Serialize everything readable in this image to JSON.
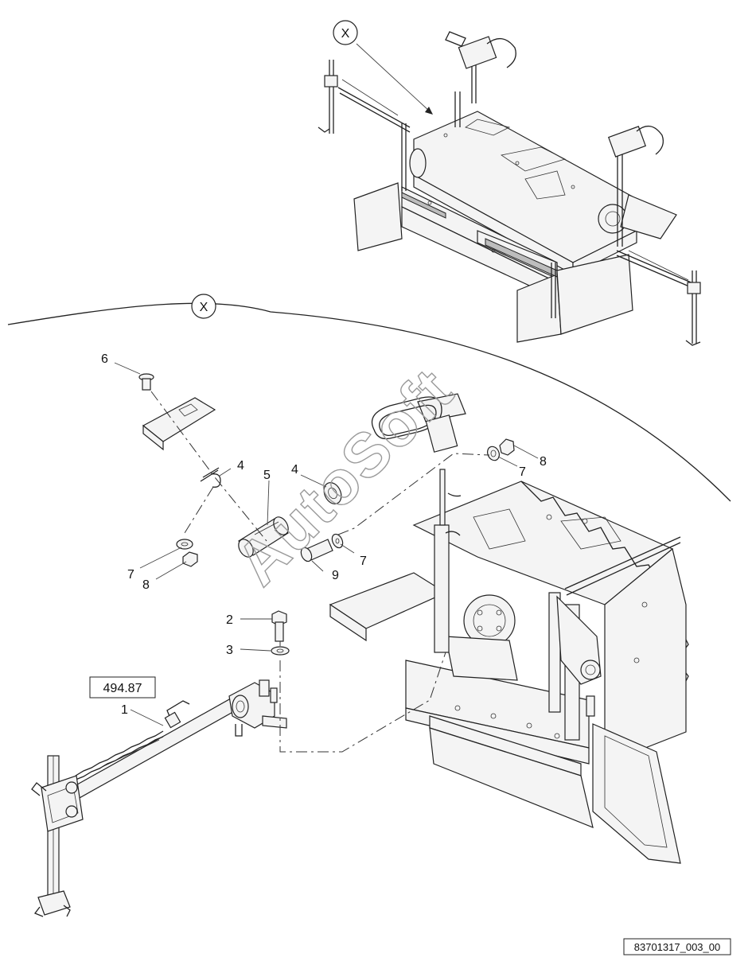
{
  "detail_marker": "X",
  "detail_marker_top": "X",
  "reference_box": "494.87",
  "drawing_number": "83701317_003_00",
  "watermark": "AutoSoft",
  "callouts": {
    "c1": "1",
    "c2": "2",
    "c3": "3",
    "c4a": "4",
    "c4b": "4",
    "c5": "5",
    "c6": "6",
    "c7a": "7",
    "c7b": "7",
    "c7c": "7",
    "c8a": "8",
    "c8b": "8",
    "c9": "9"
  }
}
